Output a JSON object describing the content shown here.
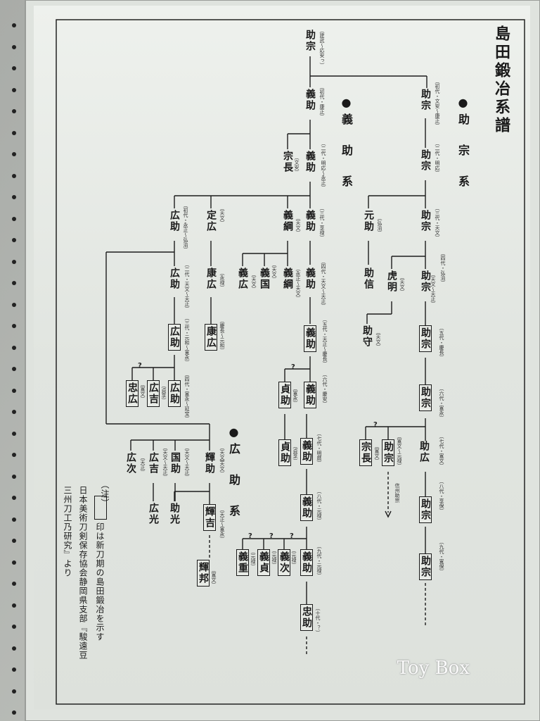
{
  "title": "島田鍛冶系譜",
  "branches": {
    "sukemune": "●助　宗　系",
    "yoshisuke": "●義　助　系",
    "hirosuke": "●広　助　系"
  },
  "names": {
    "n1": "助宗",
    "n2": "義助",
    "n3": "助宗",
    "n4": "義助",
    "n5": "宗長",
    "n6": "助宗",
    "n7": "義助",
    "n8": "元助",
    "n9": "広助",
    "n10": "定広",
    "n11": "義綱",
    "n12": "助宗",
    "n13": "義助",
    "n14": "虎明",
    "n15": "助信",
    "n16": "広助",
    "n17": "康広",
    "n18": "義広",
    "n19": "義国",
    "n20": "義綱",
    "n21": "助宗",
    "n22": "助守",
    "n23": "広助",
    "n24": "康広",
    "n25": "義助",
    "n26": "助宗",
    "n27": "忠広",
    "n28": "広吉",
    "n29": "広助",
    "n30": "貞助",
    "n31": "義助",
    "n32": "助宗",
    "n33": "宗長",
    "n34": "助宗",
    "n35": "貞助",
    "n36": "義助",
    "n37": "広次",
    "n38": "広吉",
    "n39": "国助",
    "n40": "助広",
    "n41": "輝助",
    "n42": "広光",
    "n43": "助光",
    "n44": "輝吉",
    "n45": "義助",
    "n46": "助宗",
    "n47": "義重",
    "n48": "義貞",
    "n49": "義次",
    "n50": "義助",
    "n51": "輝邦",
    "n52": "助宗",
    "n53": "忠助"
  },
  "notes": {
    "a1": "（建武〜応安っ）",
    "a2": "（初代・文安〜康正）",
    "a3": "（初代・康正）",
    "a4": "（二代・明応）",
    "a5": "（二代・明応〜永正）",
    "a6": "（文安）",
    "a7": "（初代・永正〜弘治）",
    "a8": "（天文）",
    "a9": "（弘治）",
    "a10": "（三代・享禄）",
    "a11": "（三代・天文）",
    "a12": "（天文）",
    "a13": "（四代・弘治）",
    "a14": "（四代・天文〜天正）",
    "a15": "（二代・天文〜天正）",
    "a16": "（永禄）",
    "a17": "（天文）",
    "a18": "（天文）",
    "a19": "（永正〜天文）",
    "a20": "（天文〜天正）",
    "a21": "（天文）",
    "a22": "（五代・慶長）",
    "a23": "（三代・元和〜寛永）",
    "a24": "（慶長〜元和）",
    "a25": "（五代・天正〜慶長）",
    "a26": "（天文）",
    "a27": "（四代・寛永〜延宝）",
    "a28": "（寛文）",
    "a29": "（貞享）",
    "a30": "（寛永）",
    "a31": "（六代・慶安）",
    "a32": "（六代・寛永）",
    "a33": "（寛文）",
    "a34": "（寛文〜元禄）",
    "a35": "（七代・寛文）",
    "a36": "（貞享）",
    "a37": "（七代・明暦）",
    "a38": "（天文）",
    "a39": "（天正）",
    "a40": "（天文〜天正）",
    "a41": "（天文〜天正）",
    "a42": "（天文）",
    "a43": "（天正〜寛永）",
    "a44": "（八代・元禄）",
    "a45": "（八代・享保）",
    "a46": "（元禄）",
    "a47": "（元禄）",
    "a48": "（元禄）",
    "a49": "（九代・元禄）",
    "a50": "（寛文）",
    "a51": "（九代・寛保）",
    "a52": "（十代・？）"
  },
  "shinshu": "信州助宗",
  "question": "?",
  "legend": {
    "head": "（注）",
    "line1": "印は新刀期の島田鍛冶を示す",
    "line2": "日本美術刀剣保存協会静岡県支部『駿遠豆",
    "line3": "三州刀工乃研究』より"
  },
  "watermark": "Toy Box"
}
